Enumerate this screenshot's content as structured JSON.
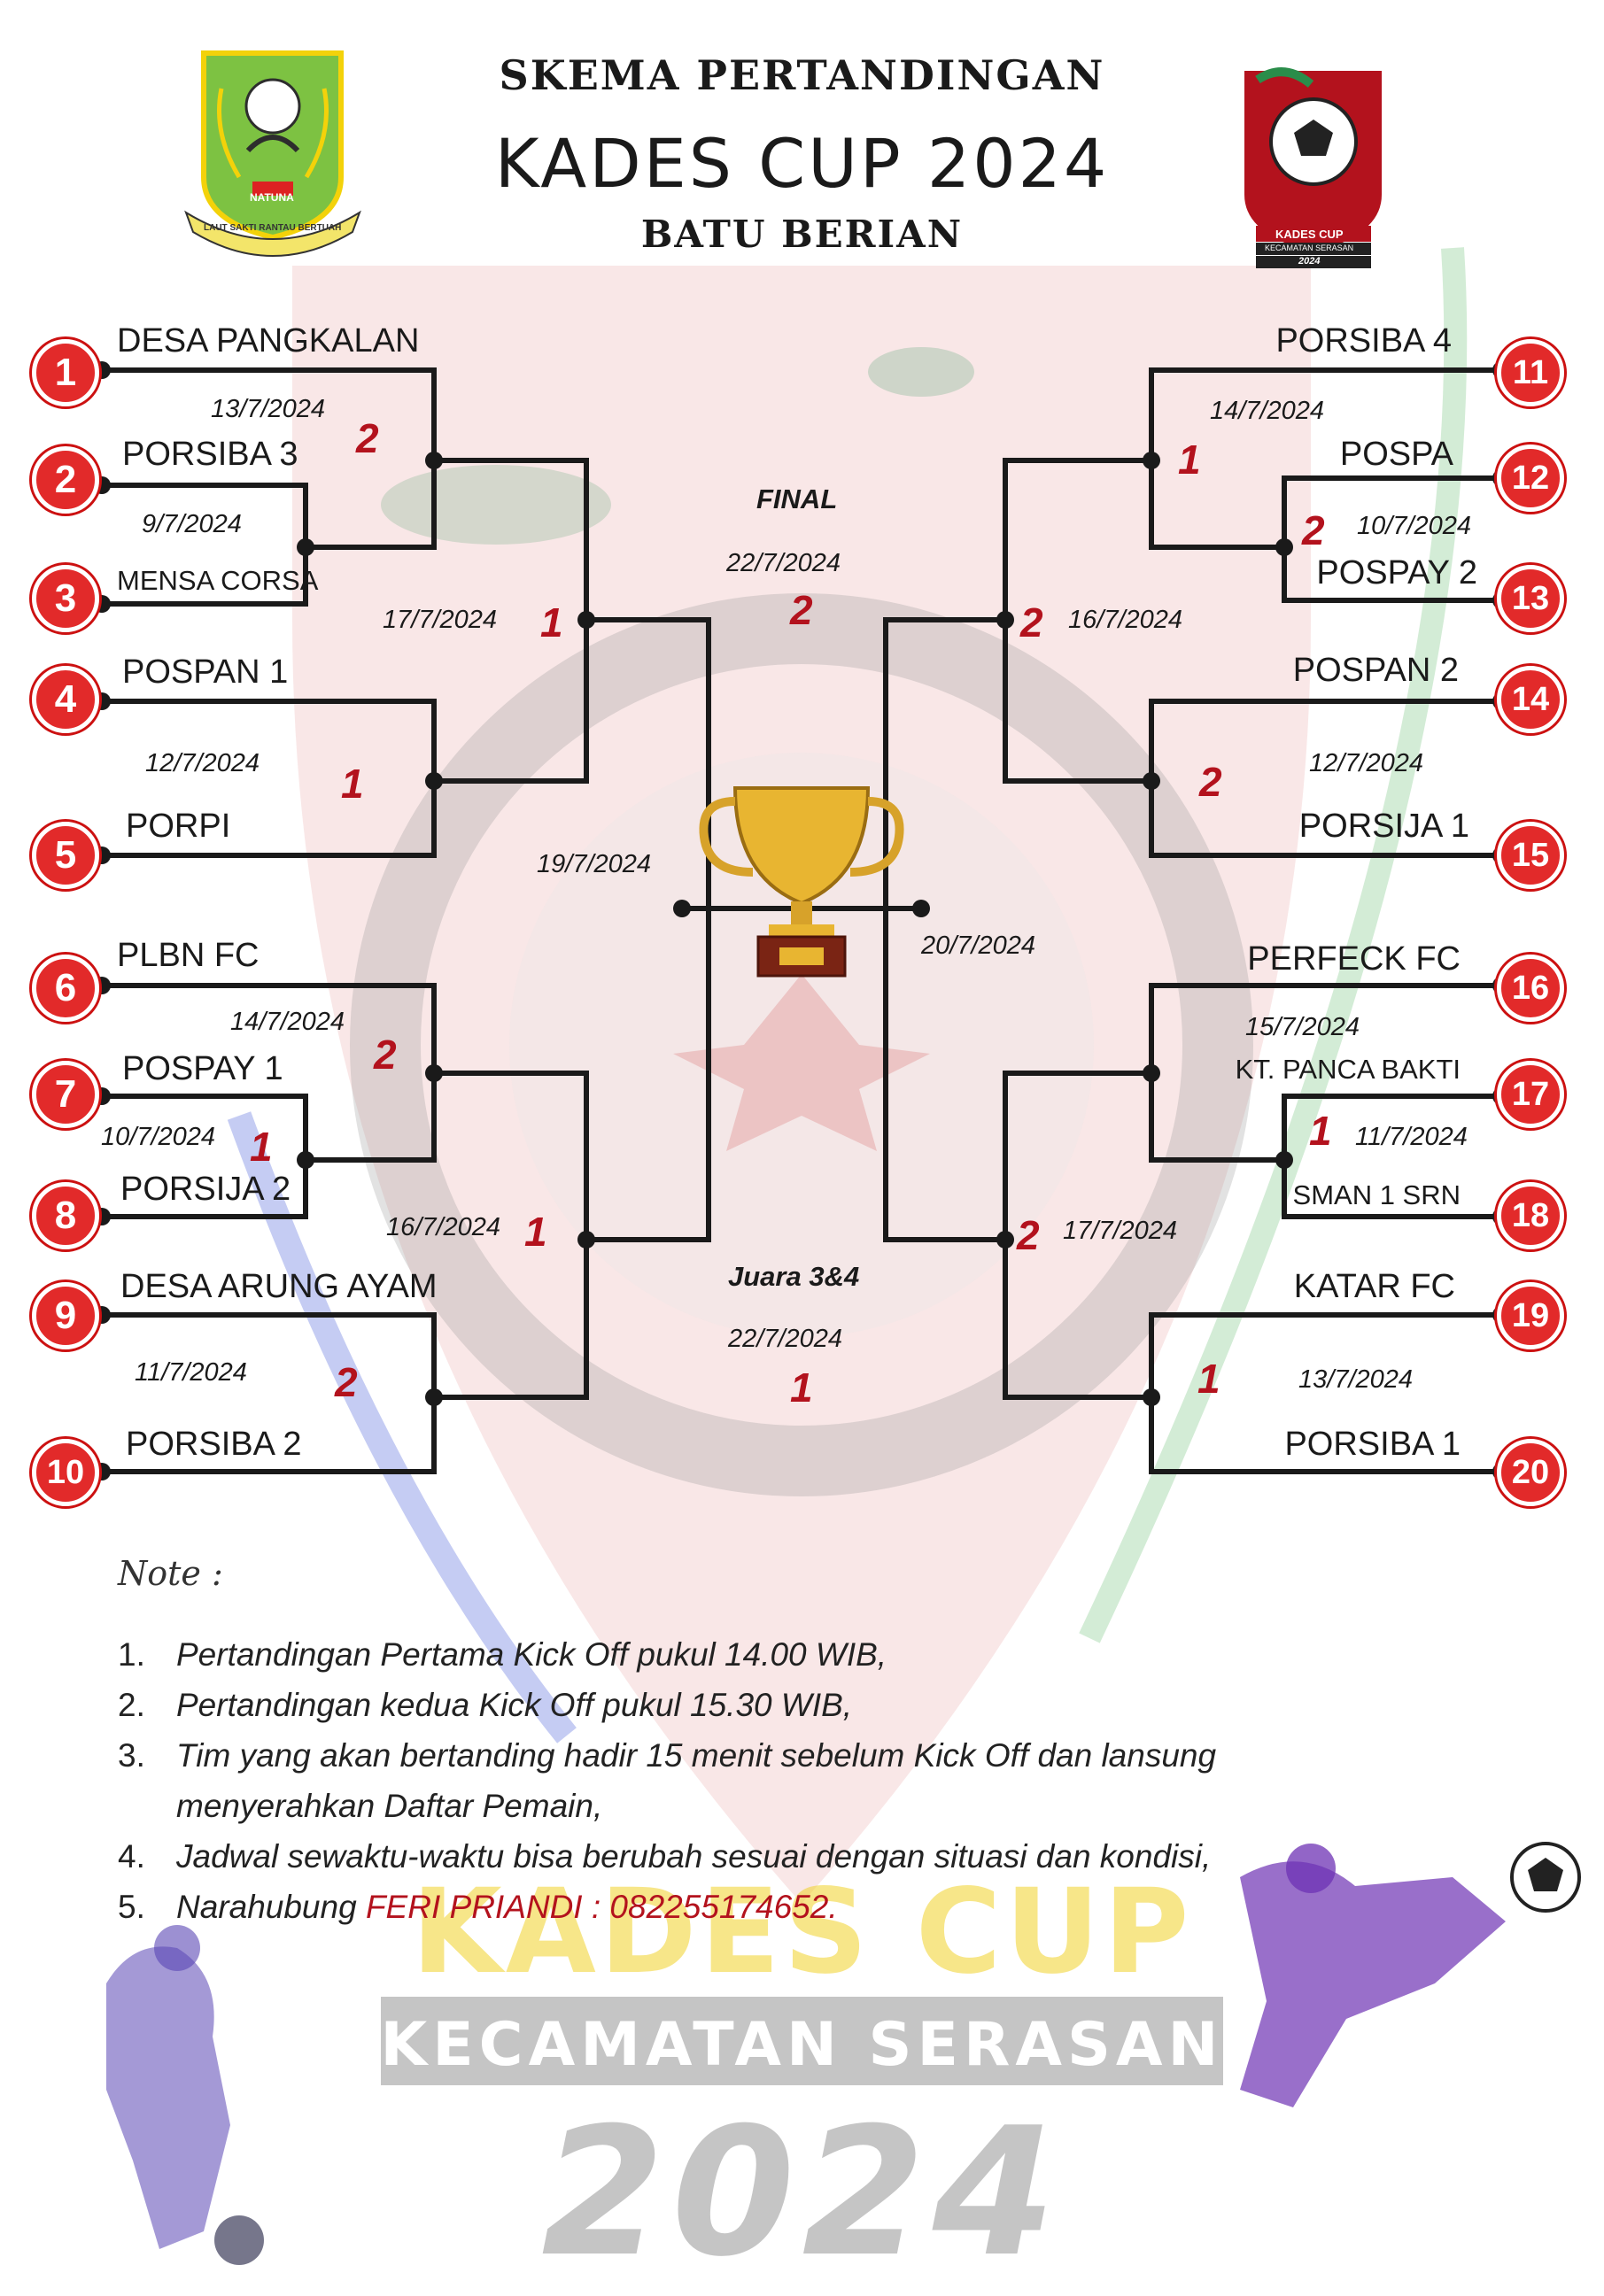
{
  "header": {
    "line1": "SKEMA PERTANDINGAN",
    "line2": "KADES CUP 2024",
    "line3": "BATU BERIAN"
  },
  "logos": {
    "left_caption": "NATUNA",
    "left_motto": "LAUT SAKTI RANTAU BERTUAH",
    "right_caption": "KADES CUP",
    "right_sub": "KECAMATAN SERASAN",
    "right_year": "2024"
  },
  "teams": [
    {
      "seed": "1",
      "name": "DESA PANGKALAN"
    },
    {
      "seed": "2",
      "name": "PORSIBA 3"
    },
    {
      "seed": "3",
      "name": "MENSA CORSA"
    },
    {
      "seed": "4",
      "name": "POSPAN 1"
    },
    {
      "seed": "5",
      "name": "PORPI"
    },
    {
      "seed": "6",
      "name": "PLBN FC"
    },
    {
      "seed": "7",
      "name": "POSPAY 1"
    },
    {
      "seed": "8",
      "name": "PORSIJA 2"
    },
    {
      "seed": "9",
      "name": "DESA ARUNG AYAM"
    },
    {
      "seed": "10",
      "name": "PORSIBA 2"
    },
    {
      "seed": "11",
      "name": "PORSIBA 4"
    },
    {
      "seed": "12",
      "name": "POSPA"
    },
    {
      "seed": "13",
      "name": "POSPAY 2"
    },
    {
      "seed": "14",
      "name": "POSPAN 2"
    },
    {
      "seed": "15",
      "name": "PORSIJA 1"
    },
    {
      "seed": "16",
      "name": "PERFECK FC"
    },
    {
      "seed": "17",
      "name": "KT. PANCA BAKTI"
    },
    {
      "seed": "18",
      "name": "SMAN 1 SRN"
    },
    {
      "seed": "19",
      "name": "KATAR FC"
    },
    {
      "seed": "20",
      "name": "PORSIBA 1"
    }
  ],
  "matches": {
    "l_2v3": {
      "date": "9/7/2024"
    },
    "l_1v23": {
      "date": "13/7/2024",
      "score": "2"
    },
    "l_4v5": {
      "date": "12/7/2024",
      "score": "1"
    },
    "l_sf_a": {
      "date": "17/7/2024",
      "score": "1"
    },
    "l_7v8": {
      "date": "10/7/2024",
      "score": "1"
    },
    "l_6v78": {
      "date": "14/7/2024",
      "score": "2"
    },
    "l_9v10": {
      "date": "11/7/2024",
      "score": "2"
    },
    "l_sf_b": {
      "date": "16/7/2024",
      "score": "1"
    },
    "l_final": {
      "date": "19/7/2024"
    },
    "r_12v13": {
      "date": "10/7/2024",
      "score": "2"
    },
    "r_11v1213": {
      "date": "14/7/2024",
      "score": "1"
    },
    "r_14v15": {
      "date": "12/7/2024",
      "score": "2"
    },
    "r_sf_a": {
      "date": "16/7/2024",
      "score": "2"
    },
    "r_17v18": {
      "date": "11/7/2024",
      "score": "1"
    },
    "r_16v1718": {
      "date": "15/7/2024"
    },
    "r_19v20": {
      "date": "13/7/2024",
      "score": "1"
    },
    "r_sf_b": {
      "date": "17/7/2024",
      "score": "2"
    },
    "r_final": {
      "date": "20/7/2024"
    }
  },
  "final": {
    "label": "FINAL",
    "date": "22/7/2024",
    "score": "2"
  },
  "third_place": {
    "label": "Juara 3&4",
    "date": "22/7/2024",
    "score": "1"
  },
  "notes": {
    "title": "Note :",
    "items": [
      {
        "num": "1.",
        "text": "Pertandingan Pertama Kick Off pukul 14.00 WIB,"
      },
      {
        "num": "2.",
        "text": "Pertandingan kedua Kick Off pukul 15.30 WIB,"
      },
      {
        "num": "3.",
        "text": "Tim yang akan bertanding hadir 15 menit sebelum Kick Off dan lansung menyerahkan Daftar Pemain,"
      },
      {
        "num": "4.",
        "text": "Jadwal sewaktu-waktu bisa berubah sesuai dengan situasi dan kondisi,"
      },
      {
        "num": "5.",
        "text_prefix": "Narahubung ",
        "text_contact": "FERI PRIANDI : 082255174652."
      }
    ]
  },
  "watermark": {
    "line1": "KADES CUP",
    "line2": "KECAMATAN SERASAN",
    "line3": "2024"
  },
  "colors": {
    "score_red": "#b3121d",
    "seed_red": "#e22a2a",
    "bracket_line": "#1a1a1a"
  }
}
